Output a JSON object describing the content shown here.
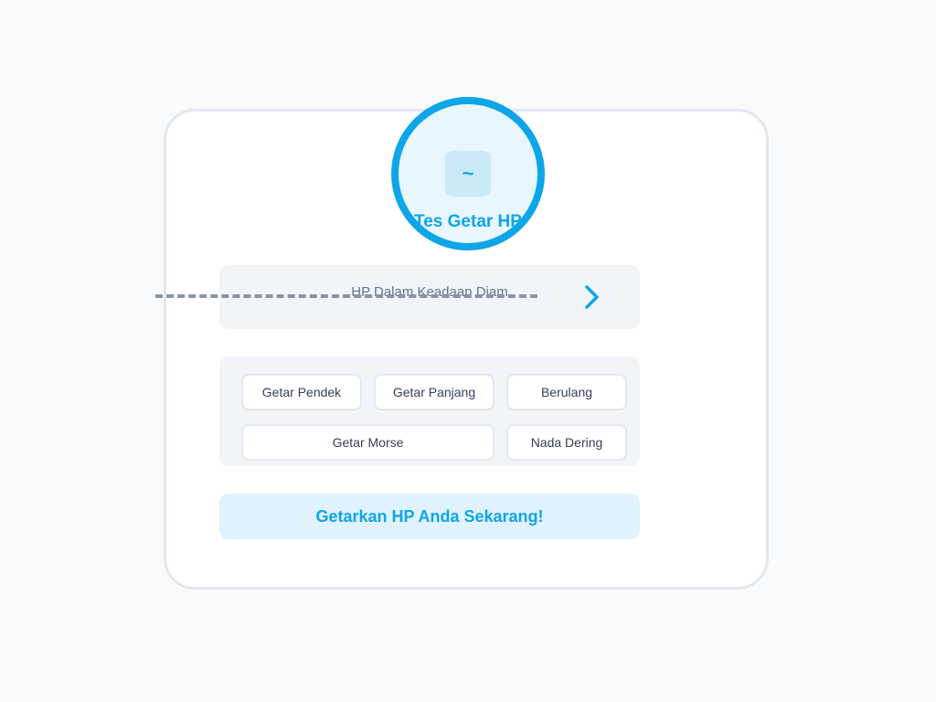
{
  "app": {
    "icon_name": "vibration-wave-icon",
    "icon_glyph": "~",
    "title": "Tes Getar HP"
  },
  "status": {
    "text": "HP Dalam Keadaan Diam",
    "arrow_icon": "chevron-right-icon"
  },
  "options": [
    {
      "label": "Getar Pendek"
    },
    {
      "label": "Getar Panjang"
    },
    {
      "label": "Berulang"
    },
    {
      "label": "Getar Morse"
    },
    {
      "label": "Nada Dering"
    }
  ],
  "cta": {
    "label": "Getarkan HP Anda Sekarang!"
  },
  "colors": {
    "accent": "#0ea5e9",
    "background": "#f8fafc",
    "panel": "#f1f5f9",
    "border": "#e2e8f0"
  }
}
